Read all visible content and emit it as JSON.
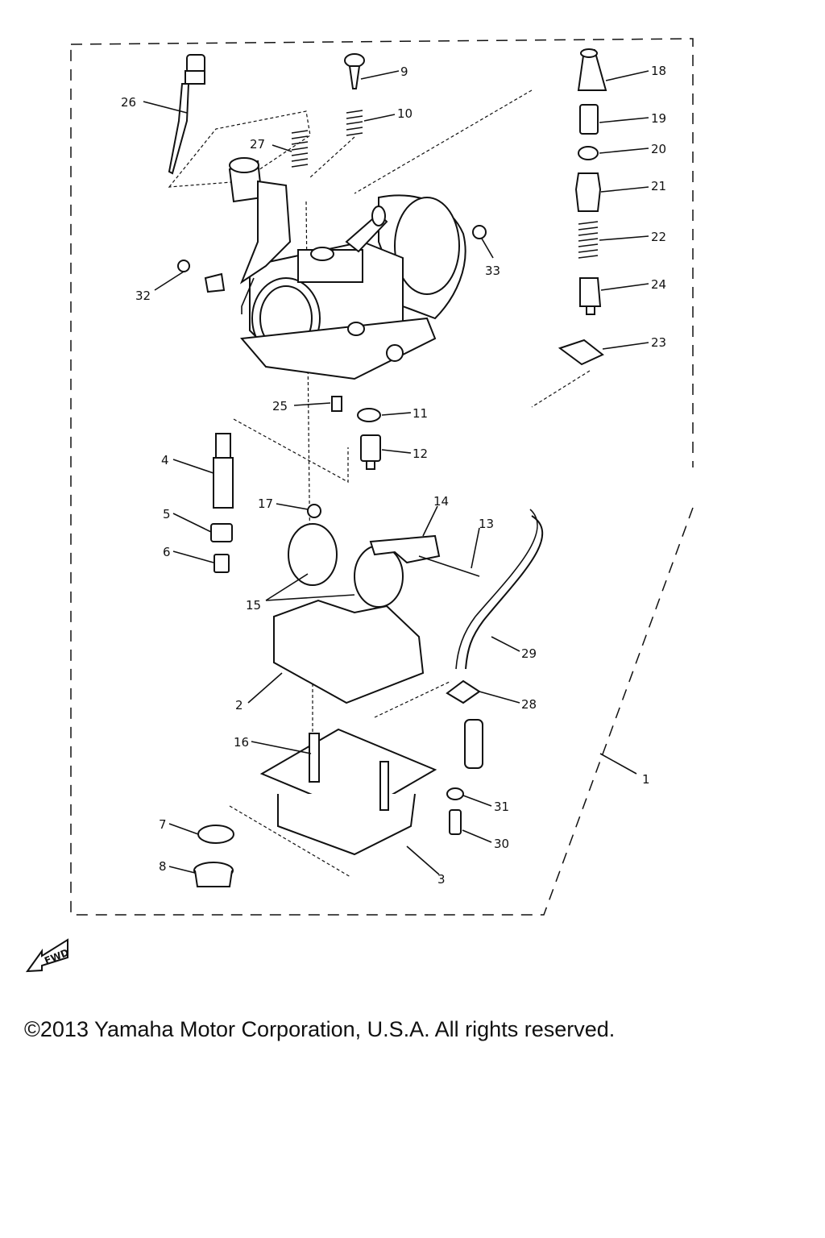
{
  "callouts": [
    "1",
    "2",
    "3",
    "4",
    "5",
    "6",
    "7",
    "8",
    "9",
    "10",
    "11",
    "12",
    "13",
    "14",
    "15",
    "16",
    "17",
    "18",
    "19",
    "20",
    "21",
    "22",
    "23",
    "24",
    "25",
    "26",
    "27",
    "28",
    "29",
    "30",
    "31",
    "32",
    "33"
  ],
  "fwd_label": "FWD",
  "copyright": "©2013 Yamaha Motor Corporation, U.S.A. All rights reserved."
}
